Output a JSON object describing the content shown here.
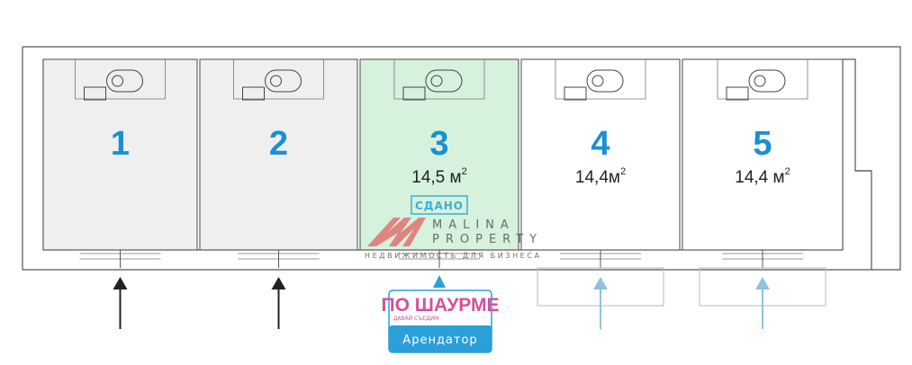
{
  "units": [
    {
      "number": "1",
      "area": "",
      "status": "",
      "fill": "#efefef",
      "arrow_color": "#222222"
    },
    {
      "number": "2",
      "area": "",
      "status": "",
      "fill": "#efefef",
      "arrow_color": "#222222"
    },
    {
      "number": "3",
      "area": "14,5 м",
      "status": "СДАНО",
      "fill": "#d6f1dc",
      "arrow_color": "#2b9fd9"
    },
    {
      "number": "4",
      "area": "14,4м",
      "status": "",
      "fill": "#ffffff",
      "arrow_color": "#8cc4e0"
    },
    {
      "number": "5",
      "area": "14,4 м",
      "status": "",
      "fill": "#ffffff",
      "arrow_color": "#8cc4e0"
    }
  ],
  "area_superscript": "2",
  "watermark": {
    "line1": "MALINA",
    "line2": "PROPERTY",
    "tagline": "НЕДВИЖИМОСТЬ ДЛЯ БИЗНЕСА",
    "color": "#e06a6a"
  },
  "tenant": {
    "logo_title": "ПО ШАУРМЕ",
    "logo_subtitle": "ДАВАЙ СЪЕДИМ",
    "label": "Арендатор",
    "accent": "#2b9fd9",
    "logo_color": "#d64f9b"
  }
}
